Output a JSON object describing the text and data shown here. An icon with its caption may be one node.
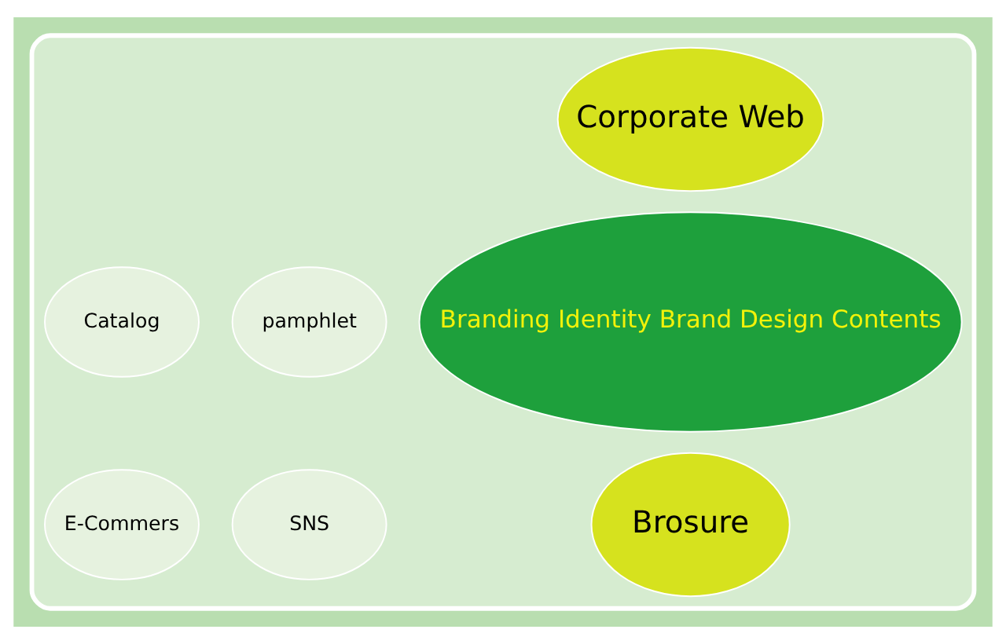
{
  "diagram": {
    "nodes": [
      {
        "text": [],
        "shape": "ellipse"
      },
      {
        "text": [
          "Corporate Web"
        ],
        "in": 0
      },
      {
        "text": [
          "pamphlet"
        ],
        "in": 0
      },
      {
        "text": [
          "Catalog"
        ],
        "in": 0
      },
      {
        "text": [
          "Branding Identity Brand Design Contents"
        ],
        "in": 0
      },
      {
        "text": [
          "SNS"
        ],
        "in": 0
      },
      {
        "text": [
          "E-Commers"
        ],
        "in": 0
      },
      {
        "text": [
          "Brosure"
        ],
        "in": 0
      }
    ],
    "edges": []
  }
}
